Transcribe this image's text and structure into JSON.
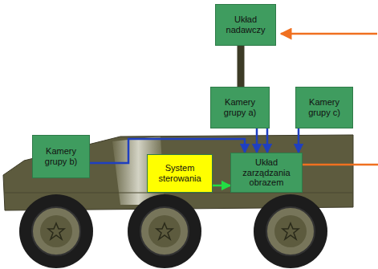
{
  "diagram": {
    "nodes": [
      {
        "text": [
          "Układ nadawczy"
        ]
      },
      {
        "text": [
          "Kamery grupy a)"
        ]
      },
      {
        "text": [
          "Kamery grupy c)"
        ]
      },
      {
        "text": [
          "Kamery grupy b)"
        ]
      },
      {
        "text": [
          "System sterowania"
        ]
      },
      {
        "text": [
          "Układ zarządzania obrazem"
        ]
      }
    ],
    "edges": [
      {
        "from": 0,
        "to": 1,
        "arrow": "none"
      },
      {
        "from": 1,
        "to": 5,
        "arrow": "to"
      },
      {
        "from": 1,
        "to": 5,
        "arrow": "to"
      },
      {
        "from": 2,
        "to": 5,
        "arrow": "to"
      },
      {
        "from": 3,
        "to": 5,
        "arrow": "to"
      },
      {
        "from": 4,
        "to": 5,
        "arrow": "to"
      }
    ]
  }
}
